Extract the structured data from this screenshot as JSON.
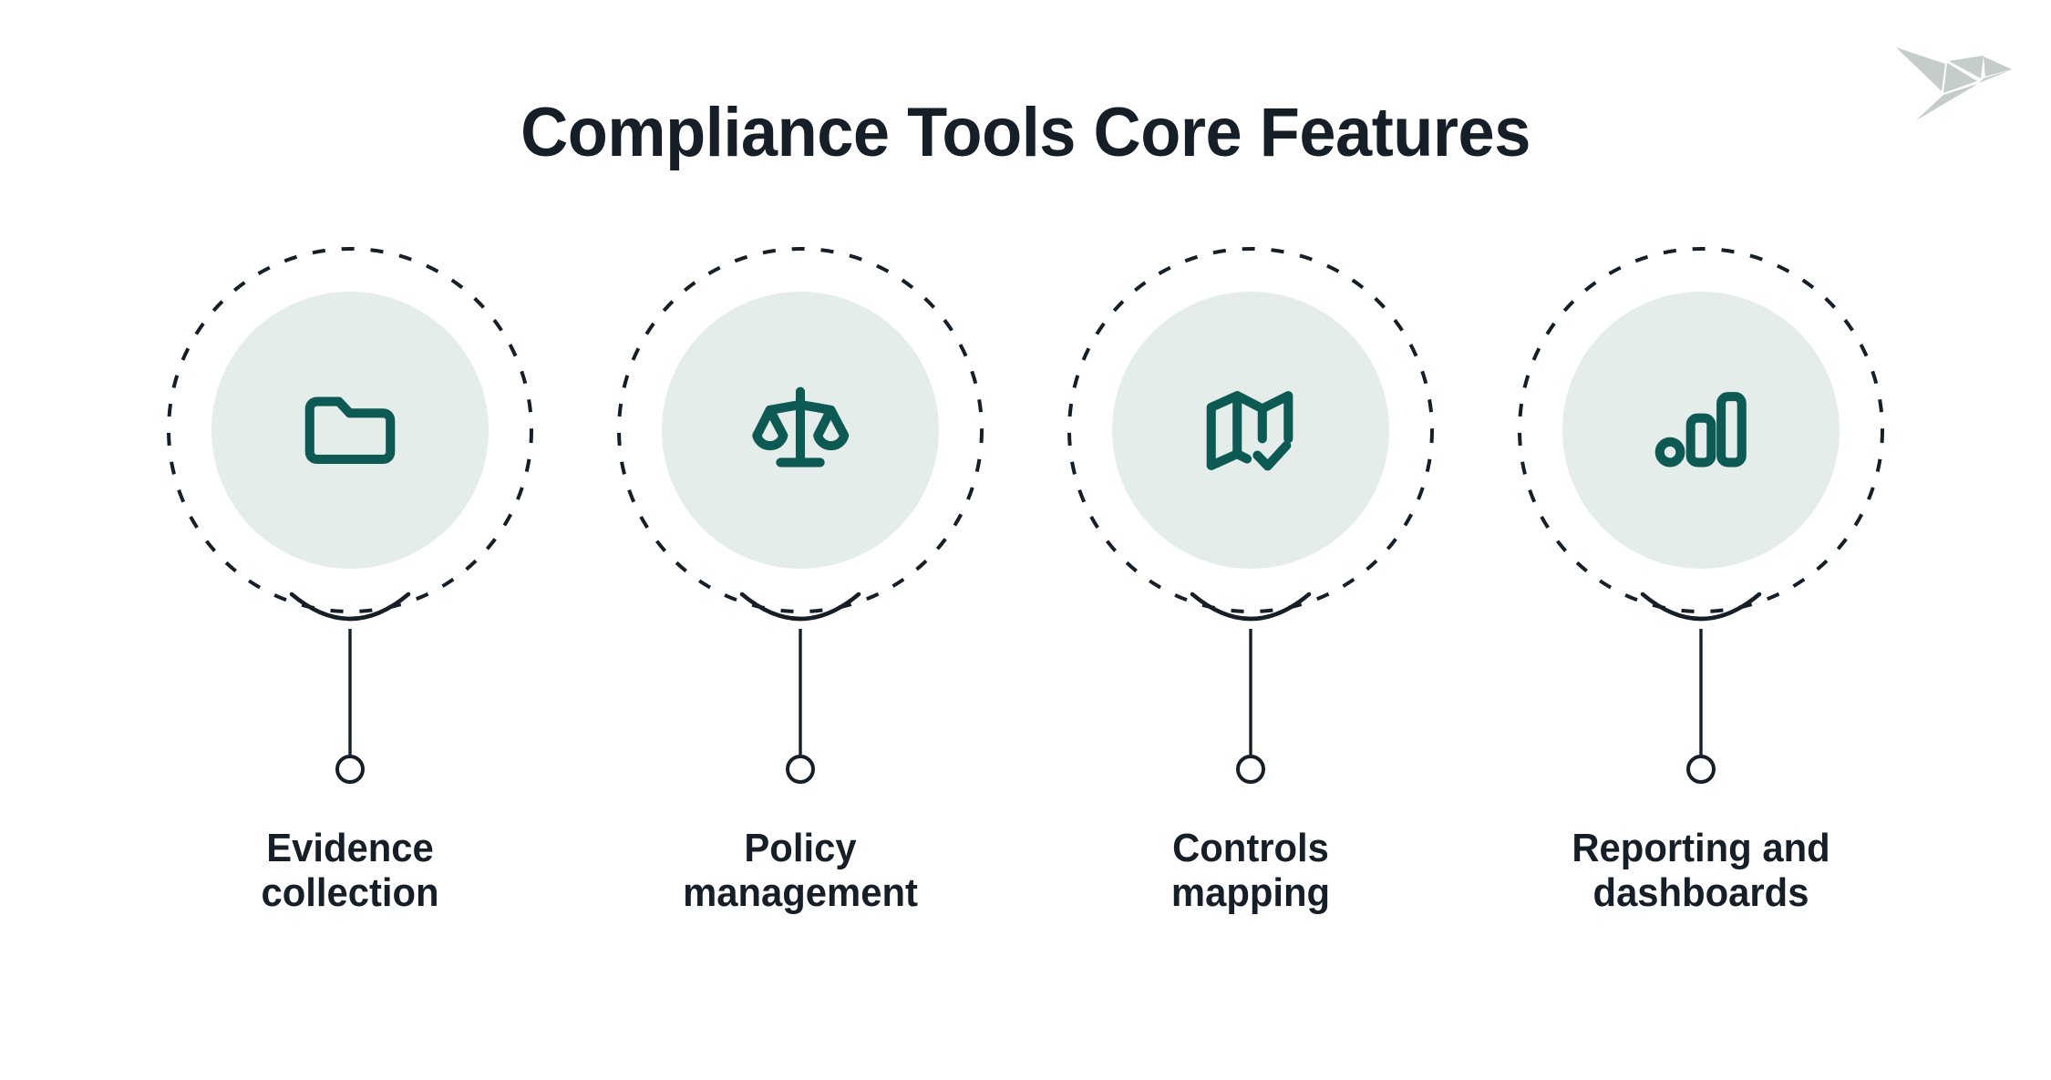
{
  "page": {
    "title": "Compliance Tools Core Features",
    "background_color": "#FFFFFF",
    "title_color": "#161E27",
    "accent_teal": "#0D5A55",
    "disc_fill": "#E5EDEA",
    "logo_color": "#C5CCCC"
  },
  "logo": {
    "name": "origami-bird-logo"
  },
  "features": [
    {
      "icon": "folder-icon",
      "label_line1": "Evidence",
      "label_line2": "collection"
    },
    {
      "icon": "scales-balance-icon",
      "label_line1": "Policy",
      "label_line2": "management"
    },
    {
      "icon": "map-check-icon",
      "label_line1": "Controls",
      "label_line2": "mapping"
    },
    {
      "icon": "bar-chart-icon",
      "label_line1": "Reporting and",
      "label_line2": "dashboards"
    }
  ]
}
